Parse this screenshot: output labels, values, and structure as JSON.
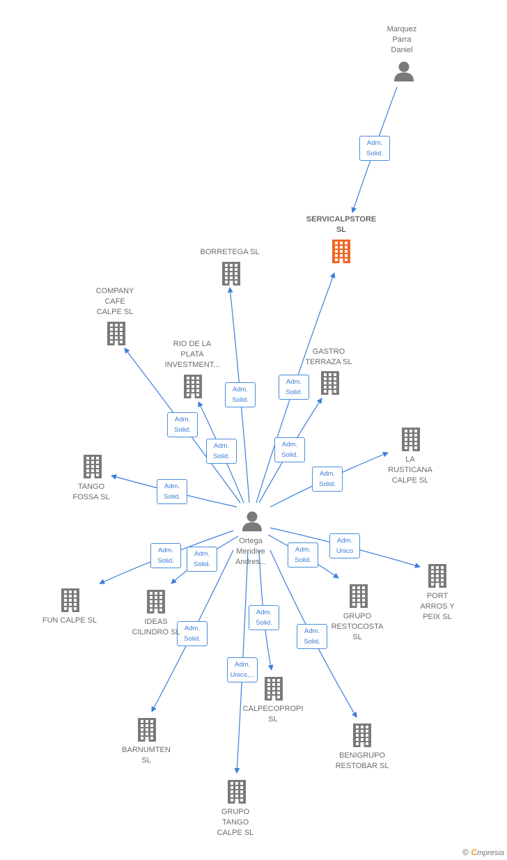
{
  "colors": {
    "edge": "#3b7ddd",
    "company": "#7a7a7a",
    "company_focus": "#f26522",
    "person": "#7a7a7a"
  },
  "nodes": [
    {
      "id": "marquez",
      "type": "person",
      "label": "Marquez\nParra\nDaniel"
    },
    {
      "id": "ortega",
      "type": "person",
      "label": "Ortega\nMendive\nAndres..."
    },
    {
      "id": "servicalpstore",
      "type": "company_focus",
      "label": "SERVICALPSTORE\nSL"
    },
    {
      "id": "borretega",
      "type": "company",
      "label": "BORRETEGA SL"
    },
    {
      "id": "company_cafe",
      "type": "company",
      "label": "COMPANY\nCAFE\nCALPE SL"
    },
    {
      "id": "rio_plata",
      "type": "company",
      "label": "RIO DE LA\nPLATA\nINVESTMENT..."
    },
    {
      "id": "gastro",
      "type": "company",
      "label": "GASTRO\nTERRAZA SL"
    },
    {
      "id": "la_rusticana",
      "type": "company",
      "label": "LA\nRUSTICANA\nCALPE SL"
    },
    {
      "id": "tango_fossa",
      "type": "company",
      "label": "TANGO\nFOSSA SL"
    },
    {
      "id": "fun_calpe",
      "type": "company",
      "label": "FUN CALPE SL"
    },
    {
      "id": "ideas_cilindro",
      "type": "company",
      "label": "IDEAS\nCILINDRO SL"
    },
    {
      "id": "grupo_restocosta",
      "type": "company",
      "label": "GRUPO\nRESTOCOSTA\nSL"
    },
    {
      "id": "port_arros",
      "type": "company",
      "label": "PORT\nARROS Y\nPEIX SL"
    },
    {
      "id": "barnumten",
      "type": "company",
      "label": "BARNUMTEN\nSL"
    },
    {
      "id": "calpecopropi",
      "type": "company",
      "label": "CALPECOPROPI\nSL"
    },
    {
      "id": "benigrupo",
      "type": "company",
      "label": "BENIGRUPO\nRESTOBAR SL"
    },
    {
      "id": "grupo_tango",
      "type": "company",
      "label": "GRUPO\nTANGO\nCALPE SL"
    }
  ],
  "edges": [
    {
      "from": "marquez",
      "to": "servicalpstore",
      "label": "Adm.\nSolid."
    },
    {
      "from": "ortega",
      "to": "servicalpstore",
      "label": "Adm.\nSolid."
    },
    {
      "from": "ortega",
      "to": "borretega",
      "label": "Adm.\nSolid."
    },
    {
      "from": "ortega",
      "to": "company_cafe",
      "label": "Adm.\nSolid."
    },
    {
      "from": "ortega",
      "to": "rio_plata",
      "label": "Adm.\nSolid."
    },
    {
      "from": "ortega",
      "to": "gastro",
      "label": "Adm.\nSolid."
    },
    {
      "from": "ortega",
      "to": "la_rusticana",
      "label": "Adm.\nSolid."
    },
    {
      "from": "ortega",
      "to": "tango_fossa",
      "label": "Adm.\nSolid."
    },
    {
      "from": "ortega",
      "to": "fun_calpe",
      "label": "Adm.\nSolid."
    },
    {
      "from": "ortega",
      "to": "ideas_cilindro",
      "label": "Adm.\nSolid."
    },
    {
      "from": "ortega",
      "to": "grupo_restocosta",
      "label": "Adm.\nSolid."
    },
    {
      "from": "ortega",
      "to": "port_arros",
      "label": "Adm.\nUnico"
    },
    {
      "from": "ortega",
      "to": "barnumten",
      "label": "Adm.\nSolid."
    },
    {
      "from": "ortega",
      "to": "calpecopropi",
      "label": "Adm.\nSolid."
    },
    {
      "from": "ortega",
      "to": "benigrupo",
      "label": "Adm.\nSolid."
    },
    {
      "from": "ortega",
      "to": "grupo_tango",
      "label": "Adm.\nUnico,..."
    }
  ],
  "footer": {
    "copyright": "©",
    "brand_initial": "C",
    "brand_rest": "mpresia"
  }
}
